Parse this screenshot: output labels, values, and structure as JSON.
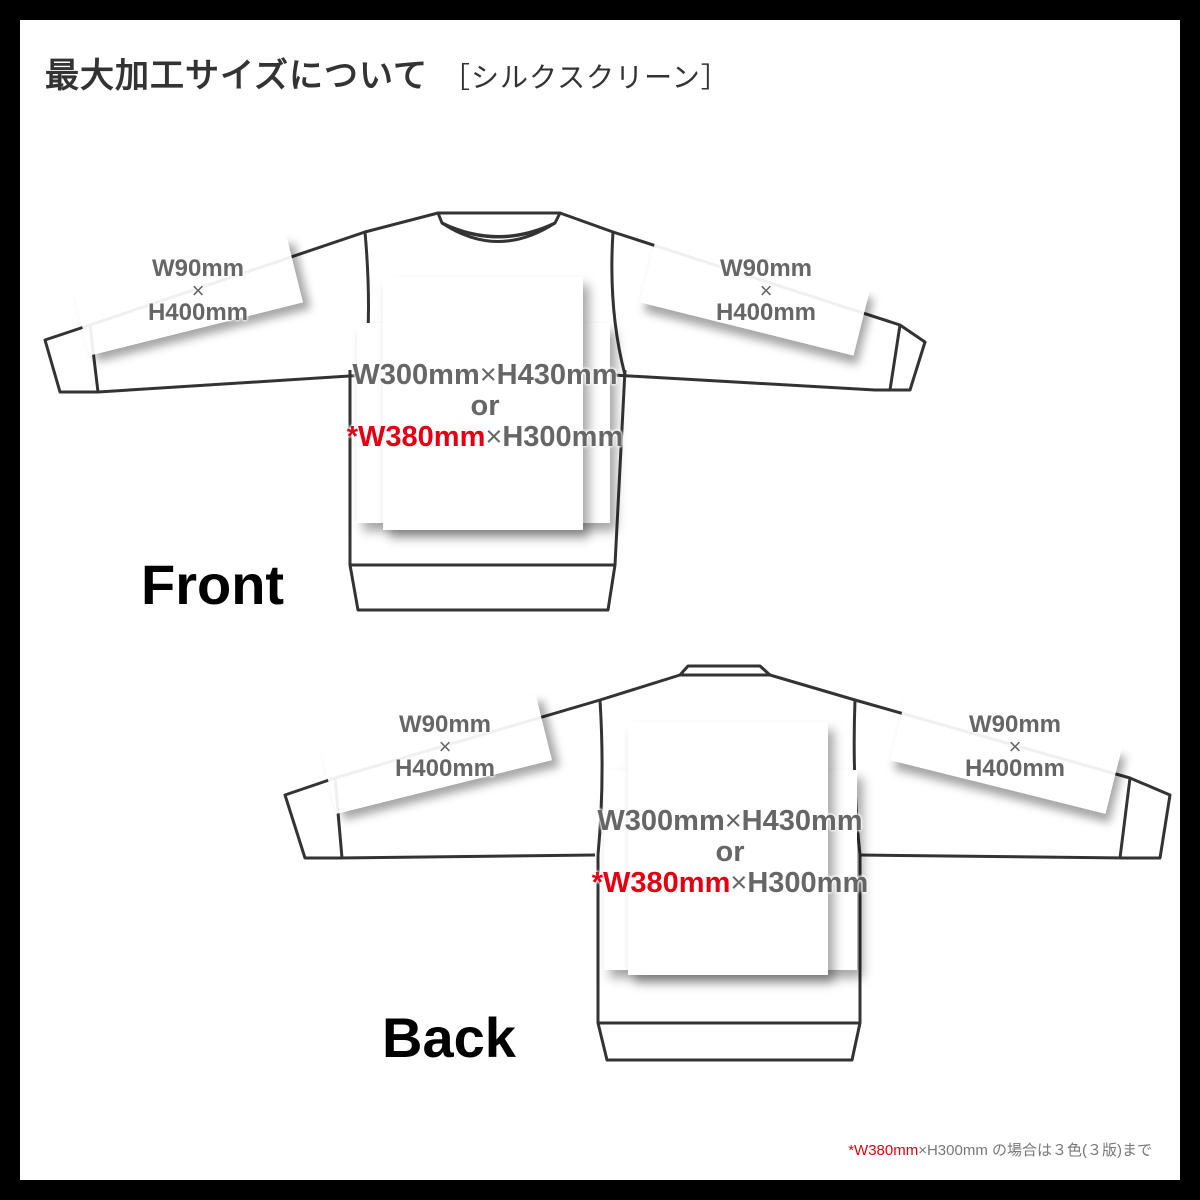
{
  "header": {
    "title": "最大加工サイズについて",
    "subtitle": "［シルクスクリーン］"
  },
  "front": {
    "view_label": "Front",
    "left_sleeve": {
      "width": "W90mm",
      "times": "×",
      "height": "H400mm"
    },
    "right_sleeve": {
      "width": "W90mm",
      "times": "×",
      "height": "H400mm"
    },
    "body": {
      "line1_width": "W300mm",
      "line1_times": "×",
      "line1_height": "H430mm",
      "or": "or",
      "line3_width": "*W380mm",
      "line3_times": "×",
      "line3_height": "H300mm"
    }
  },
  "back": {
    "view_label": "Back",
    "left_sleeve": {
      "width": "W90mm",
      "times": "×",
      "height": "H400mm"
    },
    "right_sleeve": {
      "width": "W90mm",
      "times": "×",
      "height": "H400mm"
    },
    "body": {
      "line1_width": "W300mm",
      "line1_times": "×",
      "line1_height": "H430mm",
      "or": "or",
      "line3_width": "*W380mm",
      "line3_times": "×",
      "line3_height": "H300mm"
    }
  },
  "footnote": {
    "highlight": "*W380mm",
    "rest": "×H300mm の場合は３色(３版)まで"
  },
  "colors": {
    "frame": "#000000",
    "outline": "#333333",
    "label_gray": "#666666",
    "accent_red": "#e60012"
  }
}
